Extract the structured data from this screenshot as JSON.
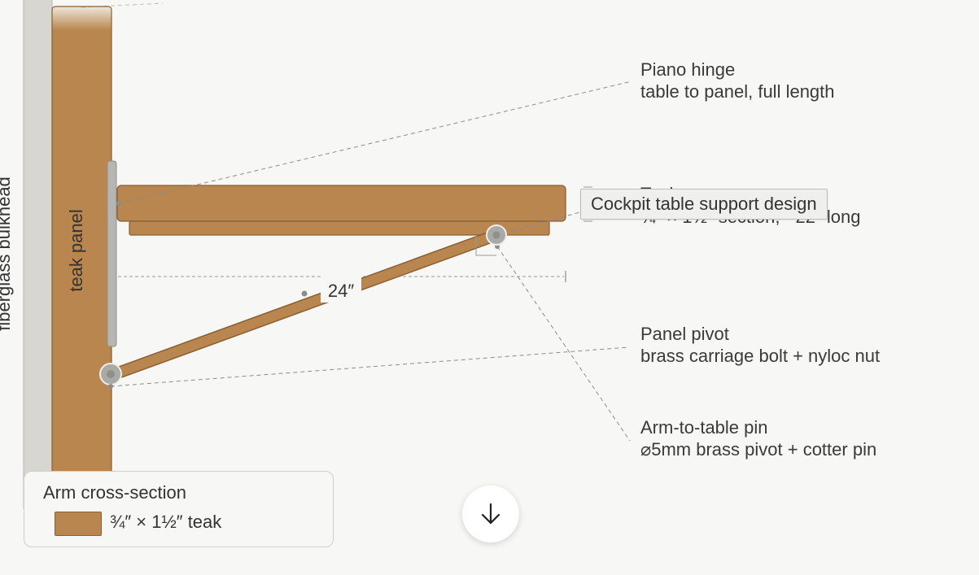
{
  "colors": {
    "teak": "#b8864e",
    "teak_edge": "#8a5f33",
    "bulkhead": "#d8d6d0",
    "hinge": "#b5b5b1",
    "bolt": "#a9a9a6",
    "leader": "#8c8c8a",
    "background": "#f7f7f5"
  },
  "labels": {
    "bulkhead": "fiberglass bulkhead",
    "panel": "teak panel",
    "dimension": "24″"
  },
  "callouts": {
    "hinge": {
      "title": "Piano hinge",
      "sub": "table to panel, full length"
    },
    "table": {
      "title": "Teak",
      "sub": "¾″ × 1½″ section, ~22″ long"
    },
    "pivot": {
      "title": "Panel pivot",
      "sub": "brass carriage bolt + nyloc nut"
    },
    "pin": {
      "title": "Arm-to-table pin",
      "sub": "⌀5mm brass pivot + cotter pin"
    }
  },
  "tooltip": "Cockpit table support design",
  "legend": {
    "title": "Arm cross-section",
    "item": "¾″ × 1½″ teak"
  },
  "scroll_button": {
    "icon": "arrow-down-icon"
  }
}
